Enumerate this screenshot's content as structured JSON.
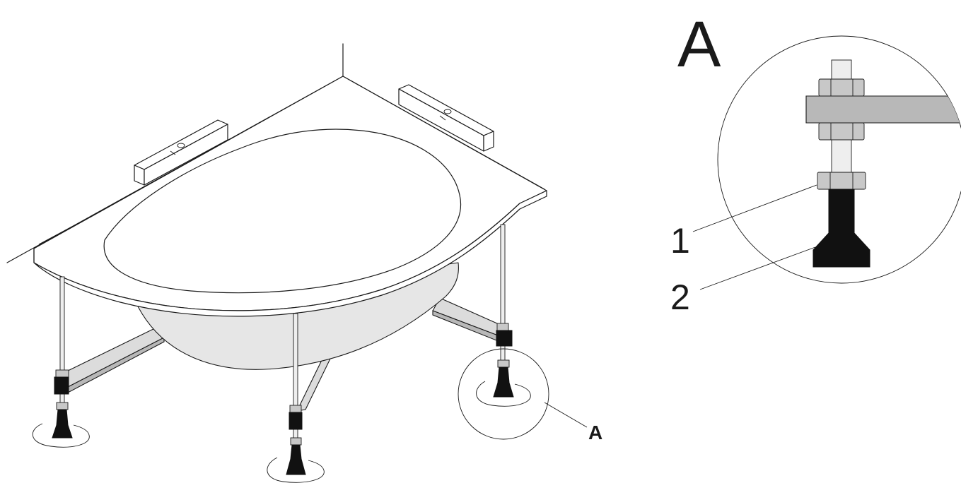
{
  "labels": {
    "detail_big": "A",
    "detail_ref": "A",
    "part_1": "1",
    "part_2": "2"
  },
  "colors": {
    "line": "#1a1a1a",
    "foot": "#111111",
    "bar": "#a9a9a9",
    "nut": "#c8c8c8"
  }
}
